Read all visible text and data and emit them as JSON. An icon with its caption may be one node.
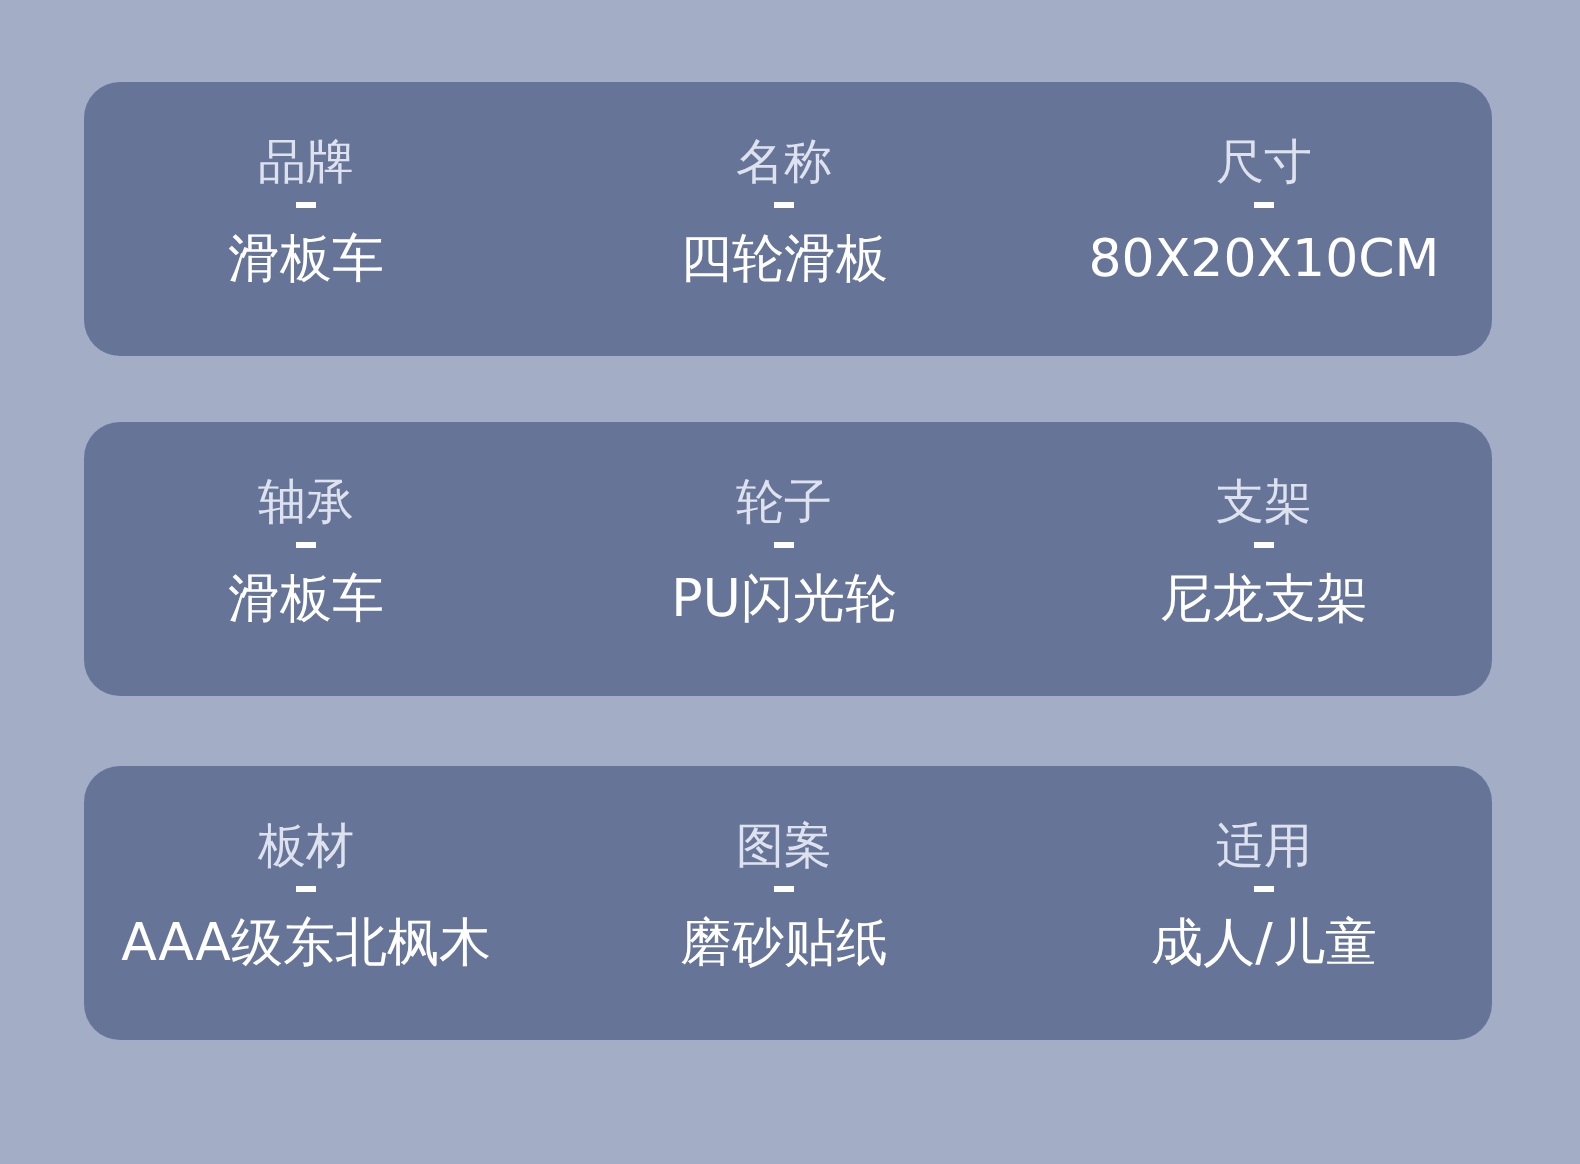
{
  "diagram": {
    "nodes": [
      {
        "text": [
          "品牌",
          "滑板车",
          "名称",
          "四轮滑板",
          "尺寸",
          "80X20X10CM"
        ]
      },
      {
        "text": [
          "轴承",
          "滑板车",
          "轮子",
          "PU闪光轮",
          "支架",
          "尼龙支架"
        ]
      },
      {
        "text": [
          "板材",
          "AAA级东北枫木",
          "图案",
          "磨砂贴纸",
          "适用",
          "成人/儿童"
        ]
      }
    ]
  }
}
